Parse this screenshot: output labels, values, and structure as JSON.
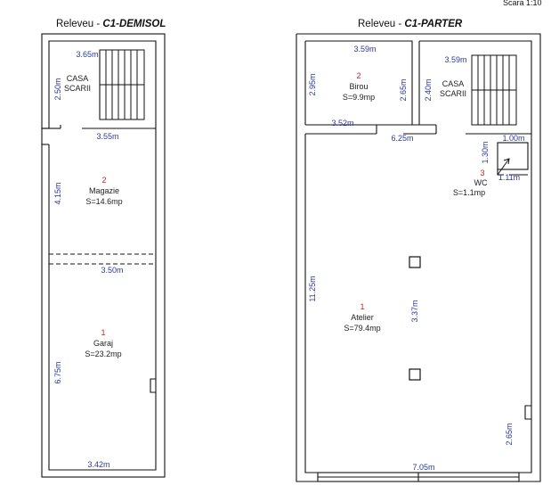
{
  "page": {
    "scale_label": "Scara 1:10"
  },
  "plans": [
    {
      "title_prefix": "Releveu - ",
      "title_code": "C1-DEMISOL",
      "rooms": [
        {
          "number": "",
          "name_line1": "CASA",
          "name_line2": "SCARII"
        },
        {
          "number": "2",
          "name_line1": "Magazie",
          "name_line2": "S=14.6mp"
        },
        {
          "number": "1",
          "name_line1": "Garaj",
          "name_line2": "S=23.2mp"
        }
      ],
      "dimensions": [
        "3.65m",
        "2.50m",
        "3.55m",
        "4.15m",
        "3.50m",
        "6.75m",
        "3.42m"
      ]
    },
    {
      "title_prefix": "Releveu - ",
      "title_code": "C1-PARTER",
      "rooms": [
        {
          "number": "2",
          "name_line1": "Birou",
          "name_line2": "S=9.9mp"
        },
        {
          "number": "",
          "name_line1": "CASA",
          "name_line2": "SCARII"
        },
        {
          "number": "3",
          "name_line1": "WC",
          "name_line2": "S=1.1mp"
        },
        {
          "number": "1",
          "name_line1": "Atelier",
          "name_line2": "S=79.4mp"
        }
      ],
      "dimensions": [
        "3.59m",
        "2.95m",
        "2.65m",
        "3.52m",
        "6.25m",
        "3.59m",
        "2.40m",
        "1.00m",
        "1.30m",
        "1.11m",
        "11.25m",
        "3.37m",
        "2.65m",
        "7.05m"
      ]
    }
  ]
}
